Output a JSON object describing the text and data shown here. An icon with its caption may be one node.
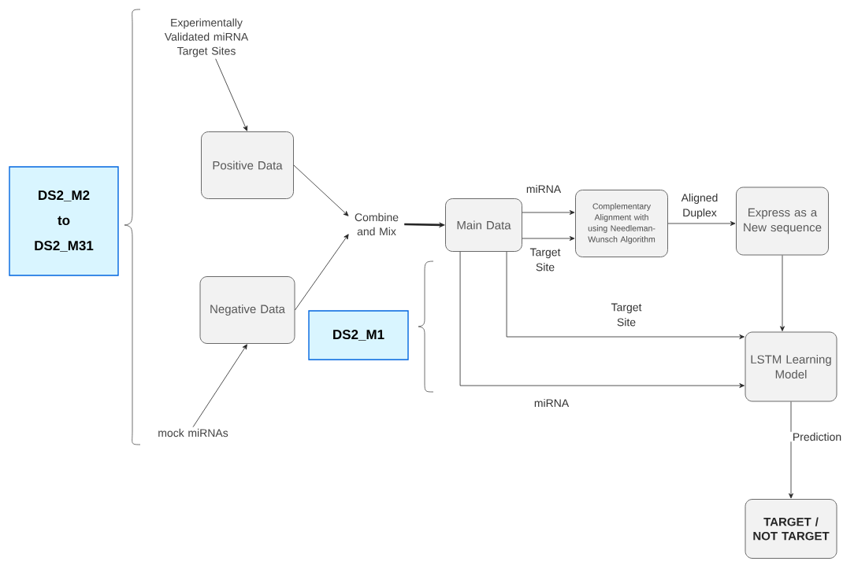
{
  "diagram": {
    "nodes": [
      {
        "text": [
          "DS2_M2 to DS2_M31"
        ]
      },
      {
        "text": [
          "Experimentally Validated miRNA Target Sites"
        ]
      },
      {
        "text": [
          "Positive Data"
        ]
      },
      {
        "text": [
          "Negative Data"
        ]
      },
      {
        "text": [
          "mock miRNAs"
        ]
      },
      {
        "text": [
          "Combine and Mix"
        ]
      },
      {
        "text": [
          "Main Data"
        ]
      },
      {
        "text": [
          "Complementary Alignment with using Needleman-Wunsch Algorithm"
        ]
      },
      {
        "text": [
          "Express as a New sequence"
        ]
      },
      {
        "text": [
          "DS2_M1"
        ]
      },
      {
        "text": [
          "LSTM Learning Model"
        ]
      },
      {
        "text": [
          "TARGET / NOT TARGET"
        ]
      }
    ],
    "edges": [
      {
        "from": 1,
        "to": 2,
        "arrow": "to"
      },
      {
        "from": 2,
        "to": 5,
        "arrow": "to"
      },
      {
        "from": 4,
        "to": 3,
        "arrow": "to"
      },
      {
        "from": 3,
        "to": 5,
        "arrow": "to"
      },
      {
        "from": 5,
        "to": 6,
        "arrow": "to",
        "style": "thick"
      },
      {
        "from": 6,
        "to": 7,
        "arrow": "to",
        "label": "miRNA"
      },
      {
        "from": 6,
        "to": 7,
        "arrow": "to",
        "label": "Target Site"
      },
      {
        "from": 7,
        "to": 8,
        "arrow": "to",
        "label": "Aligned Duplex"
      },
      {
        "from": 8,
        "to": 10,
        "arrow": "to"
      },
      {
        "from": 6,
        "to": 10,
        "arrow": "to",
        "label": "Target Site"
      },
      {
        "from": 6,
        "to": 10,
        "arrow": "to",
        "label": "miRNA"
      },
      {
        "from": 10,
        "to": 11,
        "arrow": "to",
        "label": "Prediction"
      }
    ]
  }
}
